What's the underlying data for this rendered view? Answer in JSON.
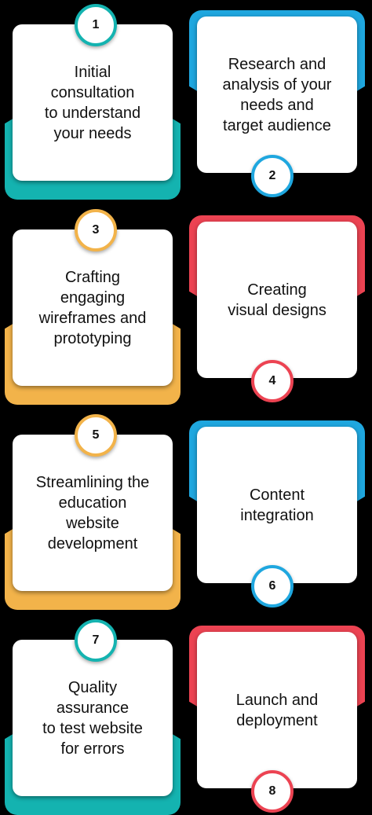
{
  "colors": {
    "teal": "#14b3b0",
    "blue": "#1fa7df",
    "orange": "#f2b34a",
    "red": "#ec4352"
  },
  "steps": [
    {
      "number": "1",
      "text": "Initial\nconsultation\nto understand\nyour needs",
      "accent": "#14b3b0"
    },
    {
      "number": "2",
      "text": "Research and\nanalysis of your\nneeds and\ntarget audience",
      "accent": "#1fa7df"
    },
    {
      "number": "3",
      "text": "Crafting\nengaging\nwireframes and\nprototyping",
      "accent": "#f2b34a"
    },
    {
      "number": "4",
      "text": "Creating\nvisual designs",
      "accent": "#ec4352"
    },
    {
      "number": "5",
      "text": "Streamlining the\neducation\nwebsite\ndevelopment",
      "accent": "#f2b34a"
    },
    {
      "number": "6",
      "text": "Content\nintegration",
      "accent": "#1fa7df"
    },
    {
      "number": "7",
      "text": "Quality\nassurance\nto test website\nfor errors",
      "accent": "#14b3b0"
    },
    {
      "number": "8",
      "text": "Launch and\ndeployment",
      "accent": "#ec4352"
    }
  ]
}
